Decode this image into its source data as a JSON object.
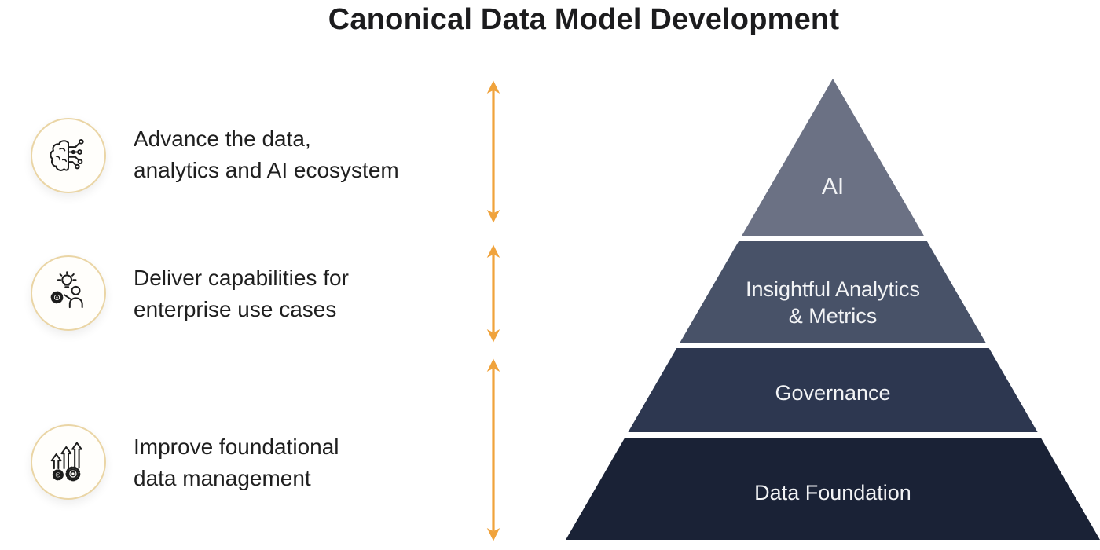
{
  "title": "Canonical Data Model Development",
  "left_items": [
    {
      "icon": "ai-brain-icon",
      "lines": [
        "Advance the data,",
        "analytics and AI ecosystem"
      ]
    },
    {
      "icon": "innovation-person-icon",
      "lines": [
        "Deliver capabilities for",
        "enterprise use cases"
      ]
    },
    {
      "icon": "growth-arrows-icon",
      "lines": [
        "Improve foundational",
        "data management"
      ]
    }
  ],
  "pyramid": {
    "layers": [
      {
        "label": "AI",
        "color": "#6B7184"
      },
      {
        "label": "Insightful Analytics & Metrics",
        "line1": "Insightful Analytics",
        "line2": "& Metrics",
        "color": "#485268"
      },
      {
        "label": "Governance",
        "color": "#2D3750"
      },
      {
        "label": "Data Foundation",
        "color": "#1A2236"
      }
    ]
  },
  "colors": {
    "arrow": "#F0A33C",
    "icon_circle_border": "#EAD5A5",
    "pyramid_label": "#F2F3F5",
    "icon_stroke": "#1d1d1d"
  }
}
